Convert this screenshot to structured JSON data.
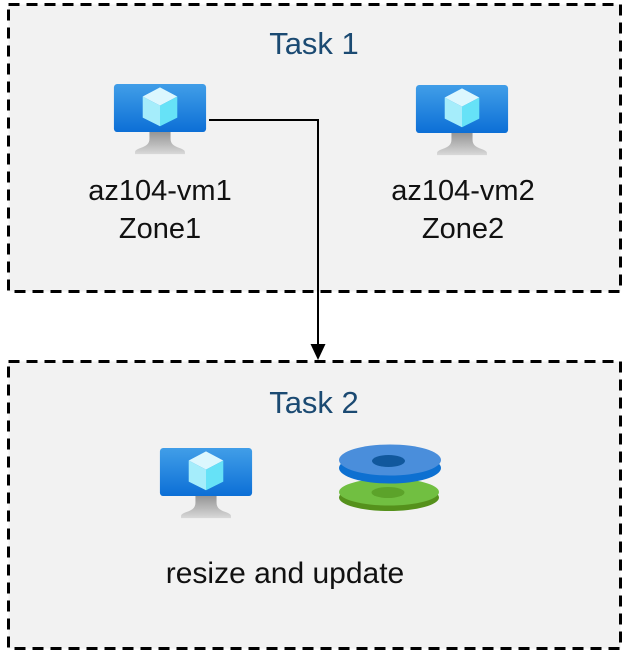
{
  "task1": {
    "title": "Task 1",
    "vms": [
      {
        "name": "az104-vm1",
        "zone": "Zone1",
        "icon": "azure-vm-icon"
      },
      {
        "name": "az104-vm2",
        "zone": "Zone2",
        "icon": "azure-vm-icon"
      }
    ]
  },
  "task2": {
    "title": "Task 2",
    "caption": "resize and update",
    "icons": [
      "azure-vm-icon",
      "azure-disks-icon"
    ]
  },
  "connector": {
    "from": "az104-vm1",
    "to": "Task 2",
    "style": "elbow-arrow"
  },
  "colors": {
    "title_text": "#1b4a72",
    "label_text": "#111111",
    "box_fill": "#f2f2f2",
    "box_border": "#000000",
    "arrow": "#000000",
    "vm_screen_top": "#419ee8",
    "vm_screen_bottom": "#0c6fd6",
    "cube_top": "#dcf7fe",
    "cube_left": "#a5edfb",
    "cube_right": "#66e2f7",
    "disk_blue_top": "#4a8edb",
    "disk_blue_rim": "#0d70d1",
    "disk_blue_hole": "#11589d",
    "disk_green_top": "#71bf41",
    "disk_green_rim": "#55911c",
    "disk_green_hole": "#5ca32a"
  }
}
